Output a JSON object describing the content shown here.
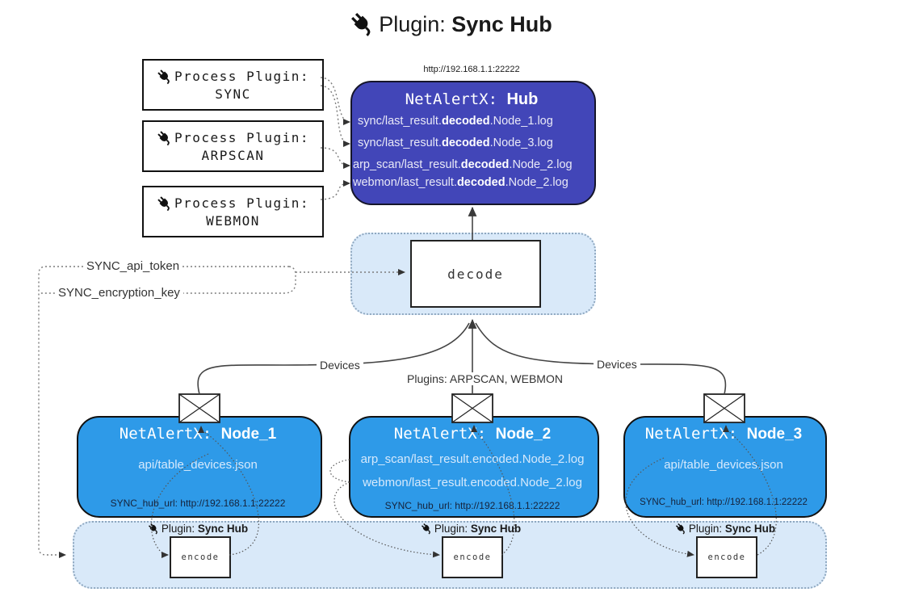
{
  "title": {
    "prefix": "Plugin:",
    "name": "Sync Hub"
  },
  "process_plugins": [
    {
      "label": "Process Plugin:",
      "name": "SYNC"
    },
    {
      "label": "Process Plugin:",
      "name": "ARPSCAN"
    },
    {
      "label": "Process Plugin:",
      "name": "WEBMON"
    }
  ],
  "hub": {
    "url": "http://192.168.1.1:22222",
    "title_prefix": "NetAlertX:",
    "title_name": "Hub",
    "logs": [
      {
        "pre": "sync/last_result.",
        "bold": "decoded",
        "post": ".Node_1.log"
      },
      {
        "pre": "sync/last_result.",
        "bold": "decoded",
        "post": ".Node_3.log"
      },
      {
        "pre": "arp_scan/last_result.",
        "bold": "decoded",
        "post": ".Node_2.log"
      },
      {
        "pre": "webmon/last_result.",
        "bold": "decoded",
        "post": ".Node_2.log"
      }
    ]
  },
  "decode": {
    "label": "decode"
  },
  "secrets": {
    "api_token": "SYNC_api_token",
    "encryption_key": "SYNC_encryption_key"
  },
  "edge_labels": {
    "devices_left": "Devices",
    "plugins_middle": "Plugins: ARPSCAN, WEBMON",
    "devices_right": "Devices"
  },
  "nodes": [
    {
      "title_prefix": "NetAlertX:",
      "title_name": "Node_1",
      "files": [
        "api/table_devices.json"
      ],
      "hub_url": "SYNC_hub_url: http://192.168.1.1:22222"
    },
    {
      "title_prefix": "NetAlertX:",
      "title_name": "Node_2",
      "files": [
        "arp_scan/last_result.encoded.Node_2.log",
        "webmon/last_result.encoded.Node_2.log"
      ],
      "hub_url": "SYNC_hub_url: http://192.168.1.1:22222"
    },
    {
      "title_prefix": "NetAlertX:",
      "title_name": "Node_3",
      "files": [
        "api/table_devices.json"
      ],
      "hub_url": "SYNC_hub_url: http://192.168.1.1:22222"
    }
  ],
  "encode_sections": [
    {
      "label_prefix": "Plugin:",
      "label_name": "Sync Hub",
      "box_label": "encode"
    },
    {
      "label_prefix": "Plugin:",
      "label_name": "Sync Hub",
      "box_label": "encode"
    },
    {
      "label_prefix": "Plugin:",
      "label_name": "Sync Hub",
      "box_label": "encode"
    }
  ],
  "colors": {
    "hub_fill": "#4246b8",
    "node_fill": "#2e9ae8",
    "panel_fill": "#d9e9f9",
    "panel_border": "#8fa8c0",
    "line": "#444444"
  }
}
